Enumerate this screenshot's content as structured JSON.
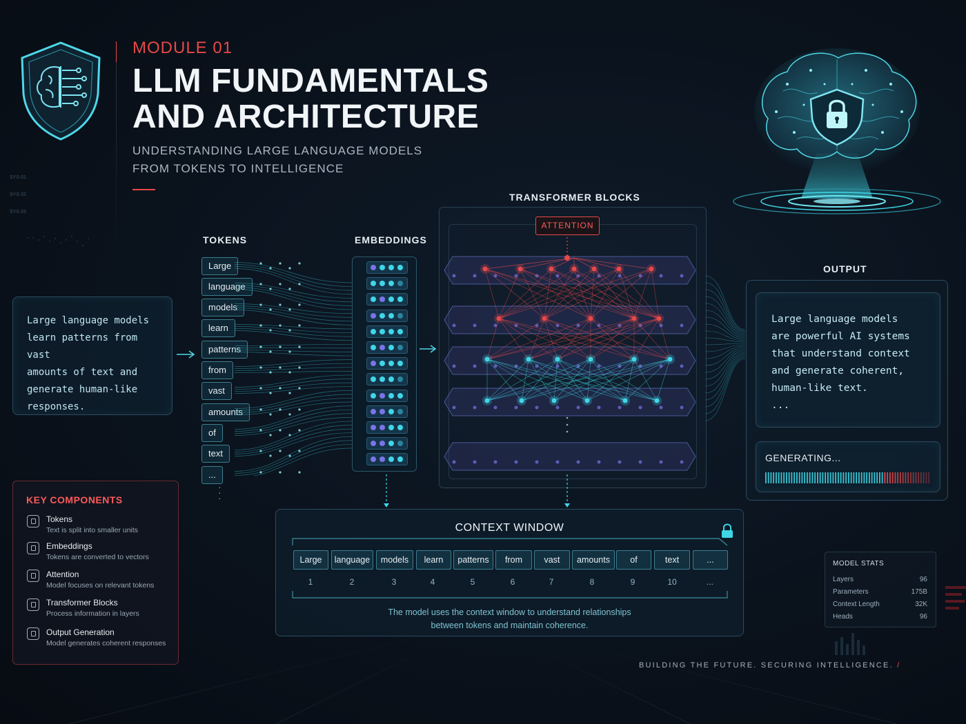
{
  "header": {
    "module": "MODULE 01",
    "title_line1": "LLM FUNDAMENTALS",
    "title_line2": "AND ARCHITECTURE",
    "subtitle_line1": "UNDERSTANDING LARGE LANGUAGE MODELS",
    "subtitle_line2": "FROM TOKENS TO INTELLIGENCE"
  },
  "sys_labels": [
    "SYS 01",
    "SYS 02",
    "SYS 03"
  ],
  "input": {
    "lines": [
      "Large language models",
      "learn patterns from vast",
      "amounts of text and",
      "generate human-like",
      "responses."
    ]
  },
  "tokens": {
    "label": "TOKENS",
    "items": [
      "Large",
      "language",
      "models",
      "learn",
      "patterns",
      "from",
      "vast",
      "amounts",
      "of",
      "text",
      "..."
    ]
  },
  "embeddings": {
    "label": "EMBEDDINGS"
  },
  "transformer": {
    "label": "TRANSFORMER BLOCKS",
    "attention_label": "ATTENTION"
  },
  "output": {
    "label": "OUTPUT",
    "lines": [
      "Large language models",
      "are powerful AI systems",
      "that understand context",
      "and generate coherent,",
      "human-like text.",
      "..."
    ],
    "generating_label": "GENERATING...",
    "progress": 0.72
  },
  "key_components": {
    "title": "KEY COMPONENTS",
    "items": [
      {
        "name": "Tokens",
        "desc": "Text is split into smaller units"
      },
      {
        "name": "Embeddings",
        "desc": "Tokens are converted to vectors"
      },
      {
        "name": "Attention",
        "desc": "Model focuses on relevant tokens"
      },
      {
        "name": "Transformer Blocks",
        "desc": "Process information in layers"
      },
      {
        "name": "Output Generation",
        "desc": "Model generates coherent responses"
      }
    ]
  },
  "context_window": {
    "title": "CONTEXT WINDOW",
    "tokens": [
      "Large",
      "language",
      "models",
      "learn",
      "patterns",
      "from",
      "vast",
      "amounts",
      "of",
      "text",
      "..."
    ],
    "positions": [
      "1",
      "2",
      "3",
      "4",
      "5",
      "6",
      "7",
      "8",
      "9",
      "10",
      "..."
    ],
    "note_line1": "The model uses the context window to understand relationships",
    "note_line2": "between tokens and maintain coherence."
  },
  "model_stats": {
    "title": "MODEL STATS",
    "rows": [
      {
        "label": "Layers",
        "value": "96"
      },
      {
        "label": "Parameters",
        "value": "175B"
      },
      {
        "label": "Context Length",
        "value": "32K"
      },
      {
        "label": "Heads",
        "value": "96"
      }
    ]
  },
  "footer": {
    "tagline": "BUILDING THE FUTURE. SECURING INTELLIGENCE.",
    "slash": "/"
  },
  "colors": {
    "accent_red": "#e84848",
    "cyan": "#3fd6e6",
    "purple": "#7b74e8",
    "panel_border": "#2b4c60"
  }
}
